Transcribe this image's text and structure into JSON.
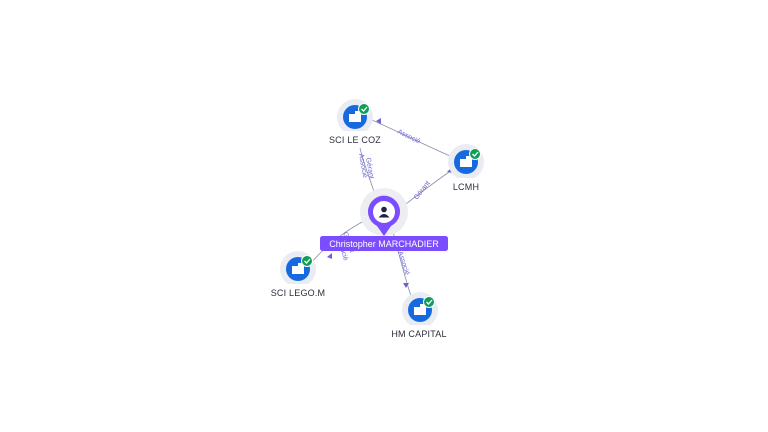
{
  "colors": {
    "company_blue": "#1769e0",
    "check_green": "#0f9d58",
    "person_purple": "#7c4dff",
    "edge_label": "#6b63d6"
  },
  "person": {
    "name": "Christopher MARCHADIER",
    "icon": "person-icon"
  },
  "companies": [
    {
      "id": "sci-le-coz",
      "label": "SCI LE COZ",
      "icon": "building-icon",
      "verified_icon": "check-icon"
    },
    {
      "id": "lcmh",
      "label": "LCMH",
      "icon": "building-icon",
      "verified_icon": "check-icon"
    },
    {
      "id": "sci-lego-m",
      "label": "SCI LEGO.M",
      "icon": "building-icon",
      "verified_icon": "check-icon"
    },
    {
      "id": "hm-capital",
      "label": "HM CAPITAL",
      "icon": "building-icon",
      "verified_icon": "check-icon"
    }
  ],
  "edges": [
    {
      "id": "person-to-sci-le-coz",
      "labels": [
        "Gérant",
        "Associé"
      ]
    },
    {
      "id": "person-to-lcmh",
      "labels": [
        "Gérant"
      ]
    },
    {
      "id": "lcmh-to-sci-le-coz",
      "labels": [
        "Associé"
      ]
    },
    {
      "id": "person-to-sci-lego-m",
      "labels": [
        "Gérant",
        "Associé"
      ]
    },
    {
      "id": "person-to-hm-capital",
      "labels": [
        "Associé"
      ]
    }
  ]
}
